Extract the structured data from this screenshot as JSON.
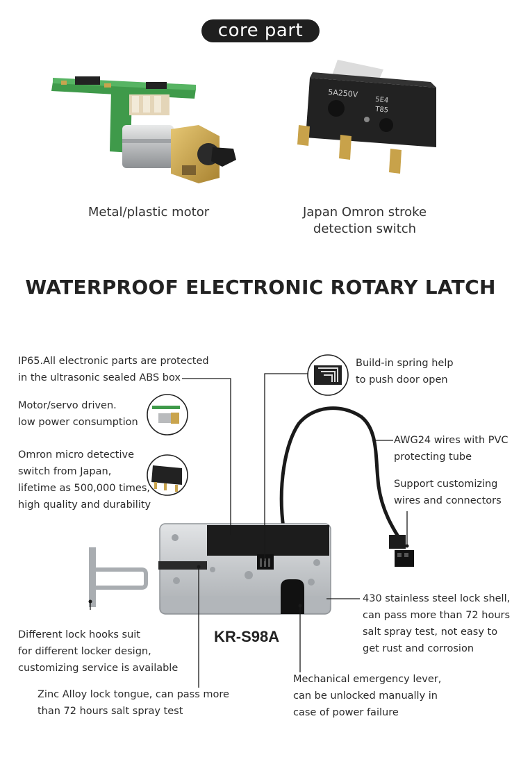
{
  "core_section": {
    "badge": "core part",
    "motor_caption": "Metal/plastic motor",
    "switch_caption_line1": "Japan Omron stroke",
    "switch_caption_line2": "detection switch",
    "switch_print": {
      "rating": "5A250V",
      "code1": "5E4",
      "code2": "T85"
    }
  },
  "headline": "WATERPROOF ELECTRONIC ROTARY LATCH",
  "model": "KR-S98A",
  "notes": {
    "ip65_line1": "IP65.All electronic parts are protected",
    "ip65_line2": "in the ultrasonic sealed ABS box",
    "motor_line1": "Motor/servo driven.",
    "motor_line2": "low power consumption",
    "omron_line1": "Omron micro detective",
    "omron_line2": "switch from Japan,",
    "omron_line3": "lifetime as 500,000 times,",
    "omron_line4": "high quality and durability",
    "spring_line1": "Build-in spring help",
    "spring_line2": "to push door open",
    "awg_line1": "AWG24 wires with PVC",
    "awg_line2": "protecting tube",
    "custom_line1": "Support customizing",
    "custom_line2": "wires and connectors",
    "steel_line1": "430 stainless steel lock shell,",
    "steel_line2": "can pass more than 72 hours",
    "steel_line3": "salt spray test, not easy to",
    "steel_line4": "get rust and corrosion",
    "hooks_line1": "Different lock hooks suit",
    "hooks_line2": "for different locker design,",
    "hooks_line3": "customizing service is available",
    "zinc_line1": "Zinc Alloy lock tongue, can pass more",
    "zinc_line2": "than 72 hours salt spray test",
    "lever_line1": "Mechanical emergency lever,",
    "lever_line2": "can be unlocked manually in",
    "lever_line3": "case of power failure"
  },
  "colors": {
    "text": "#2b2b2b",
    "badge_bg": "#1f1f1f",
    "steel": "#c9cccf",
    "black_part": "#1c1c1c",
    "pcb_green": "#3f9a4a",
    "brass": "#c9a44e"
  }
}
